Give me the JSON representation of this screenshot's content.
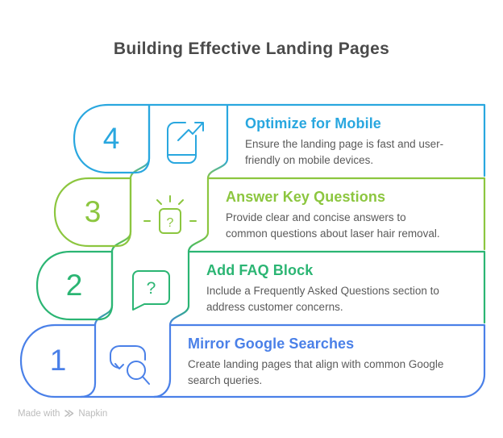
{
  "page": {
    "title": "Building Effective Landing Pages"
  },
  "colors": {
    "step4_cyan": "#29a7df",
    "step3_green": "#8cc63f",
    "step2_emerald": "#2bb573",
    "step1_blue": "#4a80e8",
    "title_text": "#4a4a4a",
    "body_text": "#5a5a5a",
    "watermark_text": "#bcbcbc"
  },
  "steps": [
    {
      "number": "4",
      "title": "Optimize for Mobile",
      "description": "Ensure the landing page is fast and user-friendly on mobile devices.",
      "color": "#29a7df",
      "icon": "mobile-growth-icon"
    },
    {
      "number": "3",
      "title": "Answer Key Questions",
      "description": "Provide clear and concise answers to common questions about laser hair removal.",
      "color": "#8cc63f",
      "icon": "idea-question-icon"
    },
    {
      "number": "2",
      "title": "Add FAQ Block",
      "description": "Include a Frequently Asked Questions section to address customer concerns.",
      "color": "#2bb573",
      "icon": "chat-question-icon"
    },
    {
      "number": "1",
      "title": "Mirror Google Searches",
      "description": "Create landing pages that align with common Google search queries.",
      "color": "#4a80e8",
      "icon": "search-chat-icon"
    }
  ],
  "glyphs": {
    "question_mark": "?"
  },
  "watermark": {
    "prefix": "Made with",
    "brand": "Napkin"
  }
}
